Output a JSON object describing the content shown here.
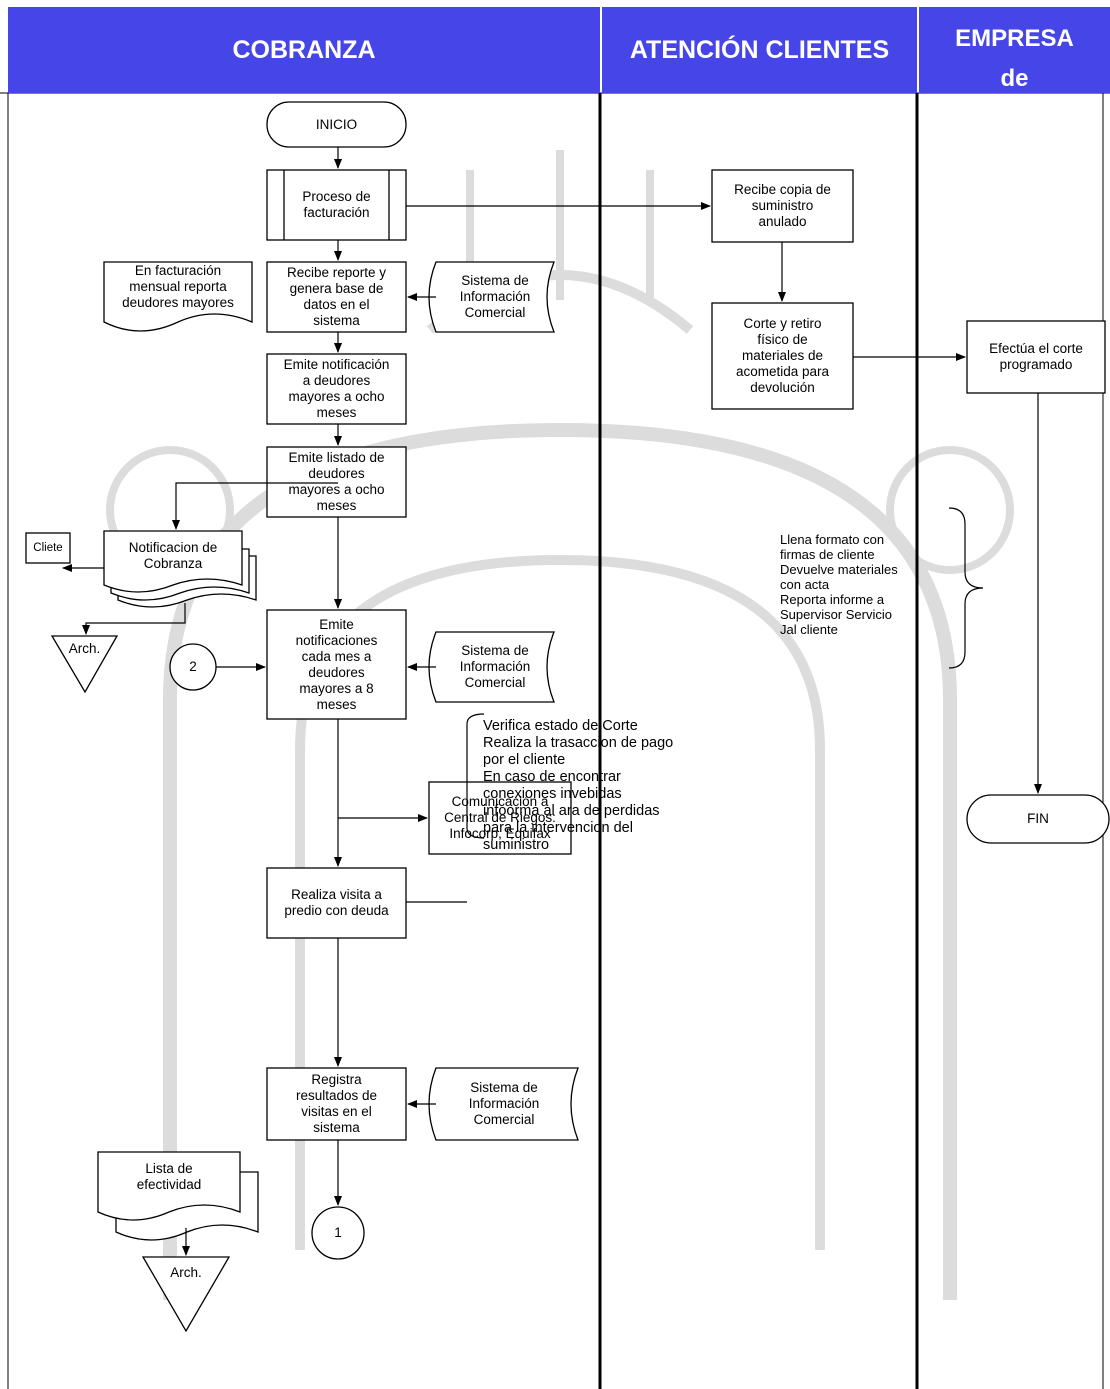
{
  "lanes": {
    "cobranza": "COBRANZA",
    "atencion": "ATENCIÓN CLIENTES",
    "empresa": "EMPRESA\nde"
  },
  "nodes": {
    "inicio": "INICIO",
    "proceso_facturacion": "Proceso de\nfacturación",
    "recibe_copia": "Recibe copia de\nsuministro\nanulado",
    "facturacion_mensual": "En facturación\nmensual reporta\ndeudores mayores",
    "recibe_reporte": "Recibe reporte y\ngenera base de\ndatos en el\nsistema",
    "sic_1": "Sistema de\nInformación\nComercial",
    "corte_retiro": "Corte y retiro\nfísico de\nmateriales de\nacometida para\ndevolución",
    "efectua_corte": "Efectúa el corte\nprogramado",
    "emite_notificacion": "Emite notificación\na deudores\nmayores a ocho\nmeses",
    "emite_listado": "Emite listado de\ndeudores\nmayores a ocho\nmeses",
    "cliete": "Cliete",
    "notificacion_cobranza": "Notificacion de\nCobranza",
    "llena_formato": "Llena formato con\nfirmas de cliente\nDevuelve materiales\ncon acta\nReporta informe a\nSupervisor Servicio\nJal cliente",
    "arch_1": "Arch.",
    "connector_2": "2",
    "emite_notificaciones": "Emite\nnotificaciones\ncada mes a\ndeudores\nmayores a 8\nmeses",
    "sic_2": "Sistema de\nInformación\nComercial",
    "comunicacion": "Comunicación a\nCentral de Riegos:\nInfocorp, Equifax",
    "fin": "FIN",
    "verifica_estado": "Verifica estado de Corte\nRealiza la trasaccion de pago\npor el cliente\nEn caso de encontrar\nconexiones invebidas\ninfoorma al ara de perdidas\npara la intervencion del\nsuministro",
    "realiza_visita": "Realiza visita a\npredio con deuda",
    "registra_resultados": "Registra\nresultados de\nvisitas en el\nsistema",
    "sic_3": "Sistema de\nInformación\nComercial",
    "lista_efectividad": "Lista de\nefectividad",
    "connector_1": "1",
    "arch_2": "Arch."
  },
  "colors": {
    "header_bg": "#4646e8",
    "header_text": "#ffffff",
    "line": "#000000",
    "watermark": "#d9d9d9"
  }
}
